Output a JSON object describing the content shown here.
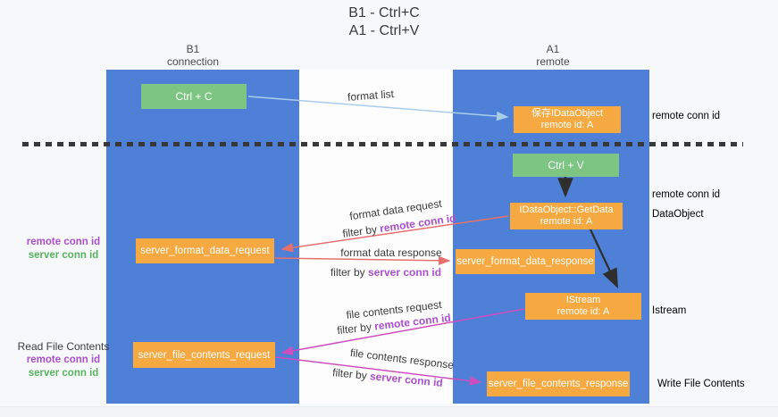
{
  "title": {
    "line1": "B1 - Ctrl+C",
    "line2": "A1 - Ctrl+V"
  },
  "lifelines": {
    "b1": {
      "name": "B1",
      "role": "connection"
    },
    "a1": {
      "name": "A1",
      "role": "remote"
    }
  },
  "nodes": {
    "ctrl_c": {
      "label": "Ctrl + C"
    },
    "save_idataobject": {
      "line1": "保存IDataObject",
      "line2": "remote id: A"
    },
    "ctrl_v": {
      "label": "Ctrl + V"
    },
    "getdata": {
      "line1": "IDataObject::GetData",
      "line2": "remote id: A"
    },
    "istream": {
      "line1": "IStream",
      "line2": "remote id: A"
    },
    "format_request": {
      "label": "server_format_data_request"
    },
    "format_response": {
      "label": "server_format_data_response"
    },
    "file_request": {
      "label": "server_file_contents_request"
    },
    "file_response": {
      "label": "server_file_contents_response"
    }
  },
  "flow_labels": {
    "format_list": "format list",
    "format_data_request": "format data request",
    "format_data_request_filter": {
      "prefix": "filter by ",
      "key": "remote conn id"
    },
    "format_data_response": "format data response",
    "format_data_response_filter": {
      "prefix": "filter by ",
      "key": "server conn id"
    },
    "file_contents_request": "file contents request",
    "file_contents_request_filter": {
      "prefix": "filter by ",
      "key": "remote conn id"
    },
    "file_contents_response": "file contents response",
    "file_contents_response_filter": {
      "prefix": "filter by ",
      "key": "server conn id"
    }
  },
  "side_labels": {
    "left_format": {
      "line1": "remote conn id",
      "line2": "server conn id"
    },
    "left_file": {
      "title": "Read File Contents",
      "line1": "remote conn id",
      "line2": "server conn id"
    },
    "right_top": "remote conn id",
    "right_mid": "remote conn id",
    "right_dataobject": "DataObject",
    "right_istream": "Istream",
    "right_write": "Write File Contents"
  },
  "colors": {
    "lane-blue": "#4d80d6",
    "box-green": "#7dc583",
    "box-orange": "#f6a941",
    "text-purple": "#ab4fce",
    "text-green": "#57b35f",
    "arrow-red": "#e8706d",
    "arrow-magenta": "#cf4ec0",
    "arrow-blue": "#a9cdec",
    "arrow-black": "#2e2e2e",
    "ink": "#3c3c3c"
  }
}
